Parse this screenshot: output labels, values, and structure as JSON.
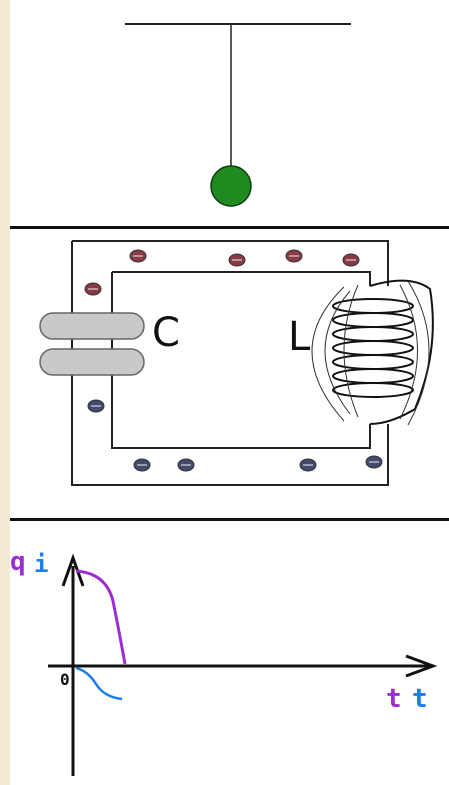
{
  "circuit": {
    "capacitor_label": "C",
    "inductor_label": "L",
    "top_plate_charge": "positive",
    "bottom_plate_charge": "negative"
  },
  "graph": {
    "q_label": "q",
    "i_label": "i",
    "origin_label": "0",
    "t_label_q": "t",
    "t_label_i": "t",
    "colors": {
      "q_curve": "#9c2ed0",
      "i_curve": "#1a7fe6"
    }
  },
  "colors": {
    "pendulum_bob": "#1f8a1f",
    "positive_charge": "#8a3a44",
    "negative_charge": "#434a6e",
    "capacitor_plate": "#c9c9c9"
  }
}
